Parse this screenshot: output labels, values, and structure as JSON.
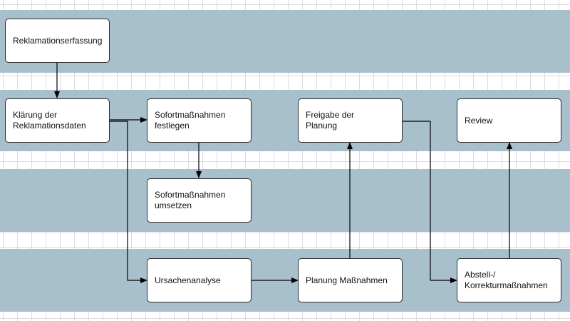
{
  "diagram": {
    "colors": {
      "lane_fill": "#a8c0cc",
      "grid": "#dcdcdc",
      "node_fill": "#ffffff",
      "node_border": "#2b2b2b",
      "edge": "#000000"
    },
    "lanes": 4,
    "nodes": {
      "reklamationserfassung": "Reklamationserfassung",
      "klaerung": "Klärung der\nReklamationsdaten",
      "sofort_festlegen": "Sofortmaßnahmen\nfestlegen",
      "sofort_umsetzen": "Sofortmaßnahmen\numsetzen",
      "freigabe": "Freigabe der\nPlanung",
      "review": "Review",
      "ursachenanalyse": "Ursachenanalyse",
      "planung": "Planung Maßnahmen",
      "abstell": "Abstell-/\nKorrekturmaßnahmen"
    },
    "edges": [
      {
        "from": "reklamationserfassung",
        "to": "klaerung"
      },
      {
        "from": "klaerung",
        "to": "sofort_festlegen"
      },
      {
        "from": "klaerung",
        "to": "ursachenanalyse"
      },
      {
        "from": "sofort_festlegen",
        "to": "sofort_umsetzen"
      },
      {
        "from": "ursachenanalyse",
        "to": "planung"
      },
      {
        "from": "planung",
        "to": "freigabe"
      },
      {
        "from": "freigabe",
        "to": "abstell"
      },
      {
        "from": "abstell",
        "to": "review"
      }
    ]
  }
}
